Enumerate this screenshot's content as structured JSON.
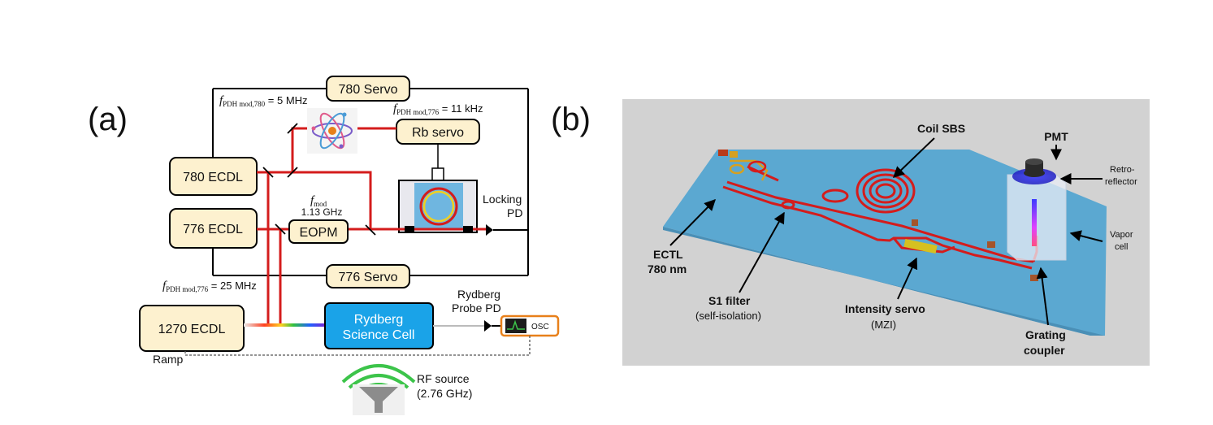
{
  "panel_a": {
    "label": "(a)",
    "servo_780": "780 Servo",
    "servo_776": "776 Servo",
    "f_pdh_780": {
      "sym": "f",
      "sub": "PDH mod,780",
      "rest": " = 5 MHz"
    },
    "f_pdh_776_top": {
      "sym": "f",
      "sub": "PDH mod,776",
      "rest": " = 11 kHz"
    },
    "f_pdh_776_bottom": {
      "sym": "f",
      "sub": "PDH mod,776",
      "rest": " = 25 MHz"
    },
    "rb_servo": "Rb servo",
    "ecdl_780": "780 ECDL",
    "ecdl_776": "776 ECDL",
    "ecdl_1270": "1270 ECDL",
    "f_mod": {
      "sym": "f",
      "sub": "mod",
      "value": "1.13 GHz"
    },
    "eopm": "EOPM",
    "locking_pd": [
      "Locking",
      "PD"
    ],
    "rydberg_cell": [
      "Rydberg",
      "Science Cell"
    ],
    "rydberg_probe_pd": [
      "Rydberg",
      "Probe PD"
    ],
    "osc": "OSC",
    "ramp": "Ramp",
    "rf_source": [
      "RF source",
      "(2.76 GHz)"
    ]
  },
  "panel_b": {
    "label": "(b)",
    "pmt": "PMT",
    "coil_sbs": "Coil SBS",
    "retro_reflector": [
      "Retro-",
      "reflector"
    ],
    "vapor_cell": [
      "Vapor",
      "cell"
    ],
    "ectl": [
      "ECTL",
      "780 nm"
    ],
    "s1_filter": [
      "S1 filter",
      "(self-isolation)"
    ],
    "intensity_servo": [
      "Intensity servo",
      "(MZI)"
    ],
    "grating_coupler": [
      "Grating",
      "coupler"
    ]
  },
  "colors": {
    "box_fill": "#fdf1cf",
    "laser_red": "#d41c1c",
    "rydberg_blue": "#1aa3e8",
    "osc_orange": "#e8801a",
    "chip_blue": "#5ba8d1",
    "rf_green": "#3cc44a"
  }
}
